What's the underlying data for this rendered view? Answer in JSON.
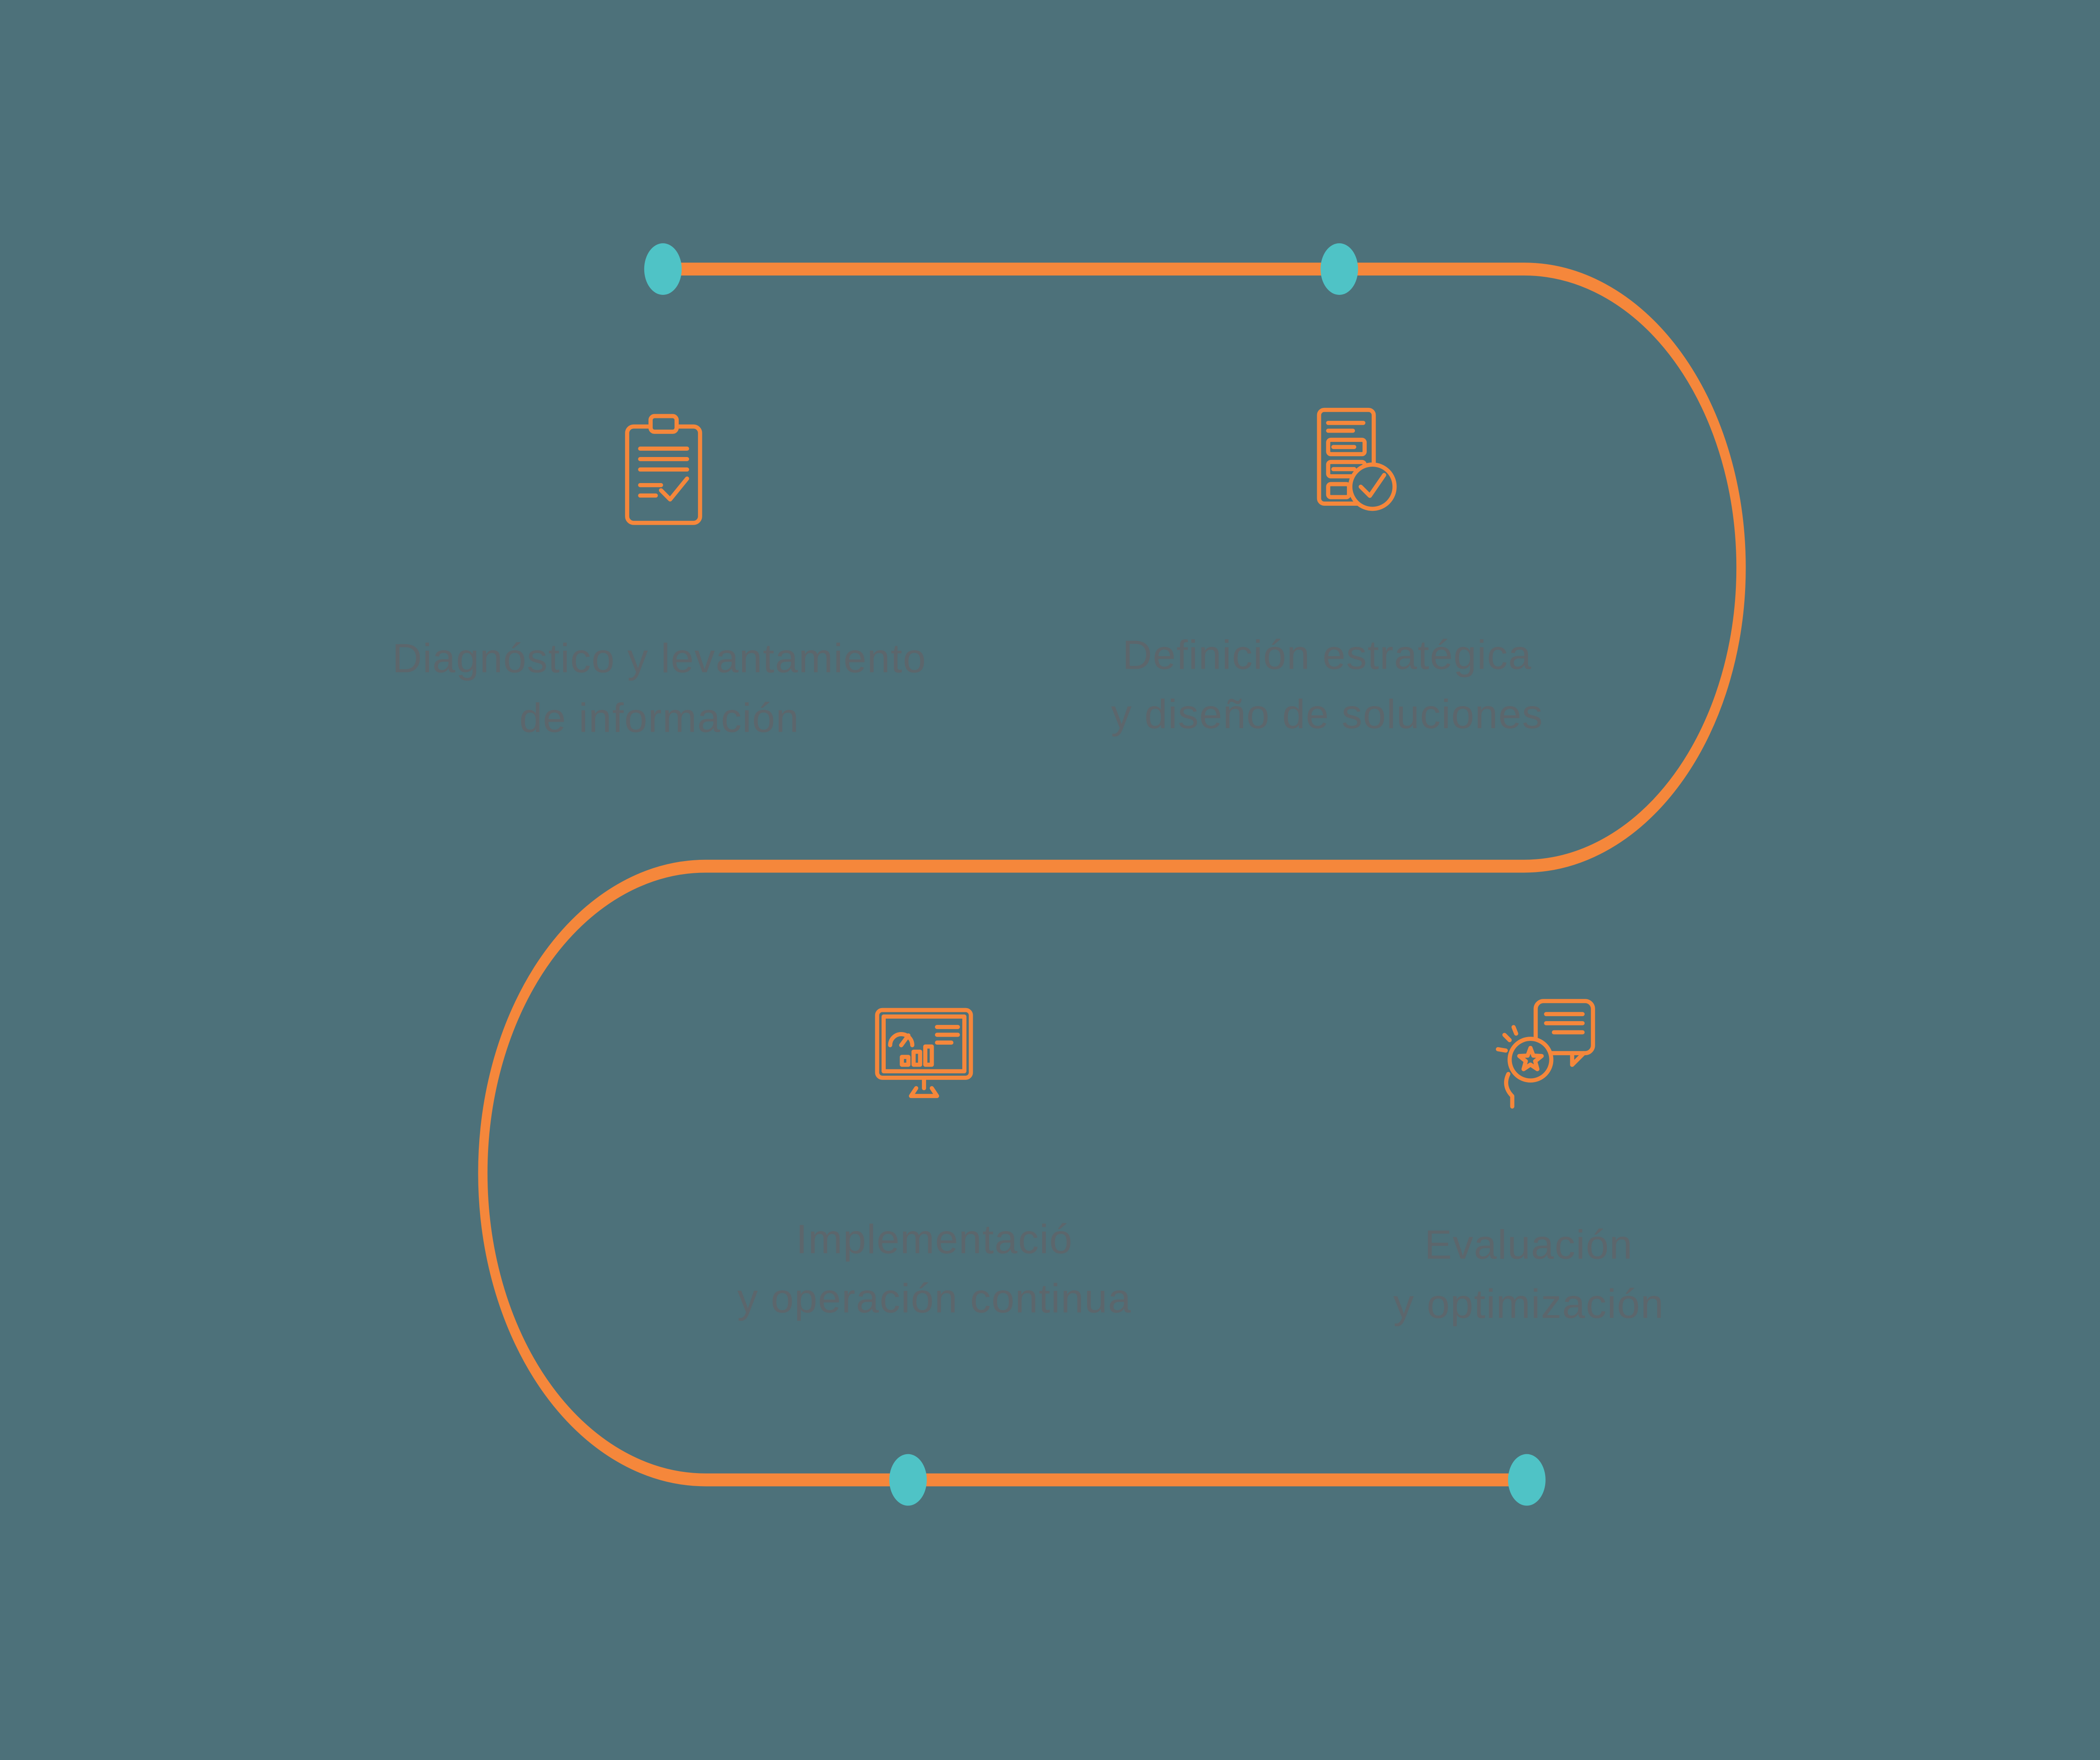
{
  "colors": {
    "background": "#4d717a",
    "path": "#f5873b",
    "node_dot": "#4fc3c6",
    "label_text": "#5c666c",
    "icon_stroke": "#f5873b"
  },
  "diagram": {
    "type": "process-flow",
    "node_count": 4
  },
  "steps": [
    {
      "id": 1,
      "icon": "clipboard-checklist-icon",
      "label_line1": "Diagnóstico y levantamiento",
      "label_line2": "de información"
    },
    {
      "id": 2,
      "icon": "document-approved-icon",
      "label_line1": "Definición estratégica",
      "label_line2": "y diseño de soluciones"
    },
    {
      "id": 3,
      "icon": "dashboard-monitor-icon",
      "label_line1": "Implementació",
      "label_line2": "y operación continua"
    },
    {
      "id": 4,
      "icon": "star-review-icon",
      "label_line1": "Evaluación",
      "label_line2": "y optimización"
    }
  ]
}
